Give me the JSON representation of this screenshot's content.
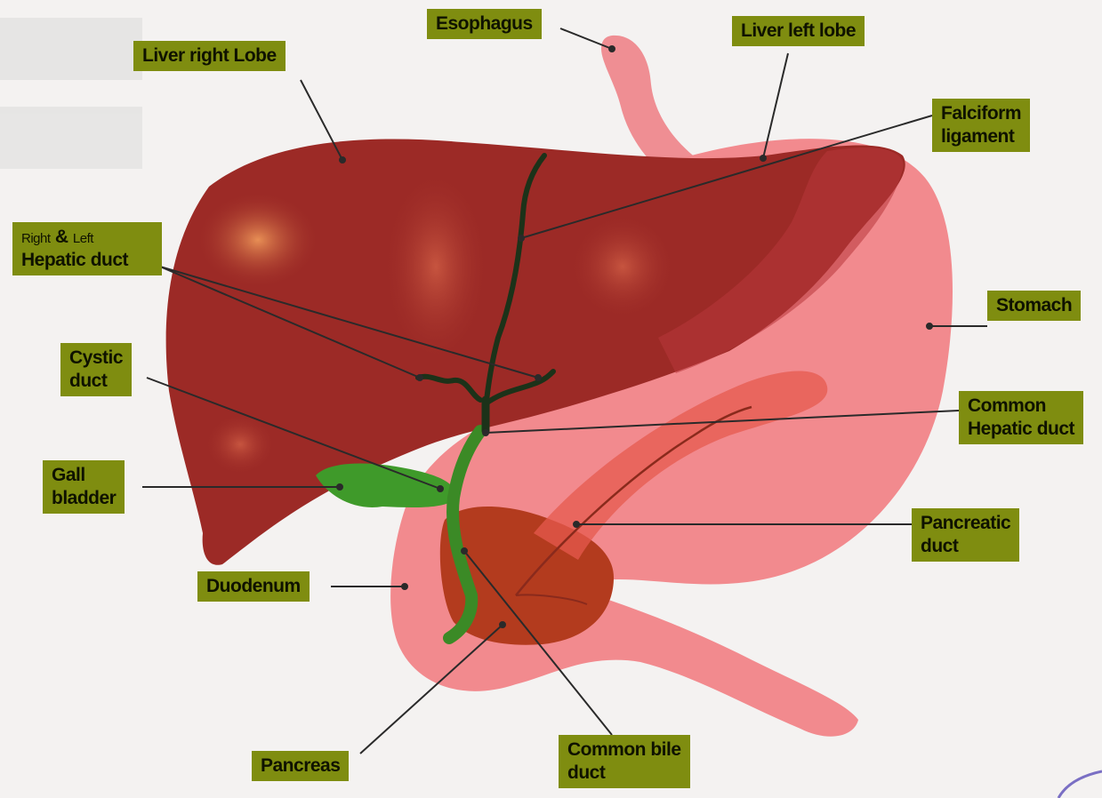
{
  "labels": {
    "esophagus": "Esophagus",
    "liver_right_lobe": "Liver right Lobe",
    "liver_left_lobe": "Liver left lobe",
    "falciform_line1": "Falciform",
    "falciform_line2": "ligament",
    "hepatic_line1_a": "Right",
    "hepatic_line1_amp": "&",
    "hepatic_line1_b": "Left",
    "hepatic_line2": "Hepatic duct",
    "stomach": "Stomach",
    "cystic_line1": "Cystic",
    "cystic_line2": "duct",
    "common_hepatic_line1": "Common",
    "common_hepatic_line2": "Hepatic duct",
    "gall_line1": "Gall",
    "gall_line2": "bladder",
    "pancreatic_line1": "Pancreatic",
    "pancreatic_line2": "duct",
    "duodenum": "Duodenum",
    "pancreas": "Pancreas",
    "common_bile_line1": "Common bile",
    "common_bile_line2": "duct"
  },
  "colors": {
    "label_bg": "#7f8d10",
    "liver": "#9c2a26",
    "stomach": "#f28a8e",
    "gallbladder": "#3f9a2a",
    "pancreas": "#b03a1c",
    "duct": "#1e3a1a"
  }
}
